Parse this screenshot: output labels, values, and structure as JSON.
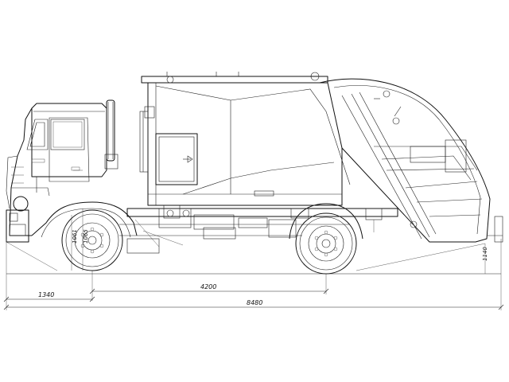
{
  "drawing": {
    "subject": "side view of refuse collection truck",
    "dimensions": {
      "front_overhang": "1340",
      "wheelbase": "4200",
      "overall_length": "8480",
      "front_wheel_height_a": "1061",
      "front_wheel_height_b": "1065",
      "rear_clearance": "1140"
    },
    "colors": {
      "line": "#111111",
      "background": "#ffffff"
    }
  }
}
